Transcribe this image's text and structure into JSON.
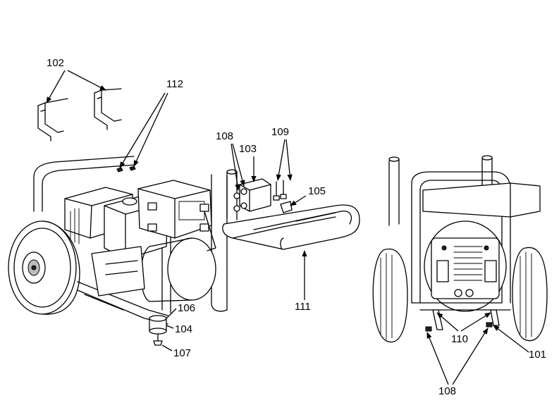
{
  "callouts": {
    "c101": "101",
    "c102": "102",
    "c103": "103",
    "c104": "104",
    "c105": "105",
    "c106": "106",
    "c107": "107",
    "c108_top": "108",
    "c108_bottom": "108",
    "c109": "109",
    "c110": "110",
    "c111": "111",
    "c112": "112"
  }
}
